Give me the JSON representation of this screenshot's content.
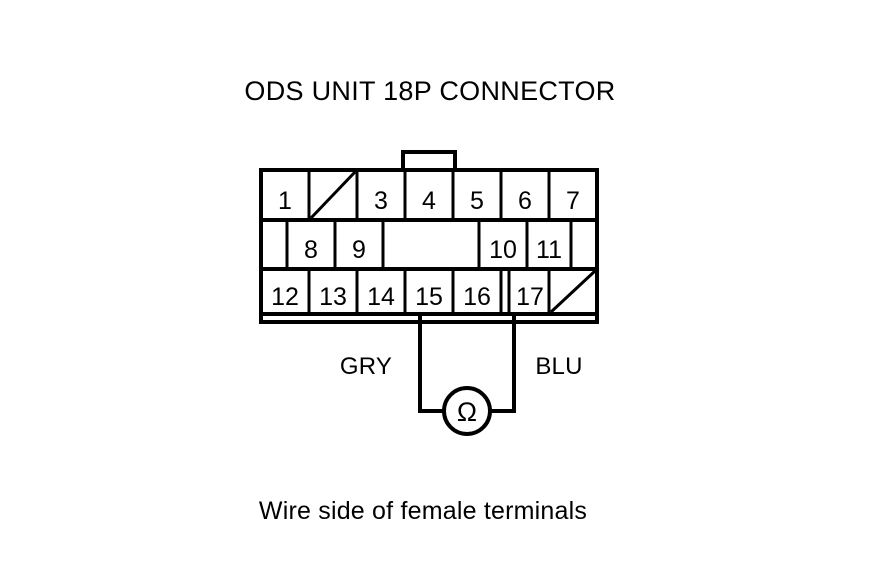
{
  "diagram": {
    "title": "ODS UNIT 18P CONNECTOR",
    "caption": "Wire side of female terminals",
    "ink_color": "#000000",
    "background_color": "#ffffff",
    "connector": {
      "rows": [
        {
          "row_index": 0,
          "cells": [
            {
              "label": "1",
              "type": "pin"
            },
            {
              "label": "",
              "type": "blank-slash"
            },
            {
              "label": "3",
              "type": "pin"
            },
            {
              "label": "4",
              "type": "pin"
            },
            {
              "label": "5",
              "type": "pin"
            },
            {
              "label": "6",
              "type": "pin"
            },
            {
              "label": "7",
              "type": "pin"
            }
          ]
        },
        {
          "row_index": 1,
          "cells": [
            {
              "label": "",
              "type": "empty"
            },
            {
              "label": "8",
              "type": "pin"
            },
            {
              "label": "9",
              "type": "pin"
            },
            {
              "label": "",
              "type": "empty"
            },
            {
              "label": "10",
              "type": "pin"
            },
            {
              "label": "11",
              "type": "pin"
            },
            {
              "label": "",
              "type": "empty"
            }
          ]
        },
        {
          "row_index": 2,
          "cells": [
            {
              "label": "12",
              "type": "pin"
            },
            {
              "label": "13",
              "type": "pin"
            },
            {
              "label": "14",
              "type": "pin"
            },
            {
              "label": "15",
              "type": "pin"
            },
            {
              "label": "16",
              "type": "pin"
            },
            {
              "label": "17",
              "type": "pin"
            },
            {
              "label": "",
              "type": "blank-slash"
            }
          ]
        }
      ]
    },
    "wires": [
      {
        "name": "left-wire",
        "label": "GRY",
        "from_pin": "15"
      },
      {
        "name": "right-wire",
        "label": "BLU",
        "from_pin": "17"
      }
    ],
    "meter": {
      "symbol": "Ω",
      "type": "ohmmeter"
    }
  }
}
